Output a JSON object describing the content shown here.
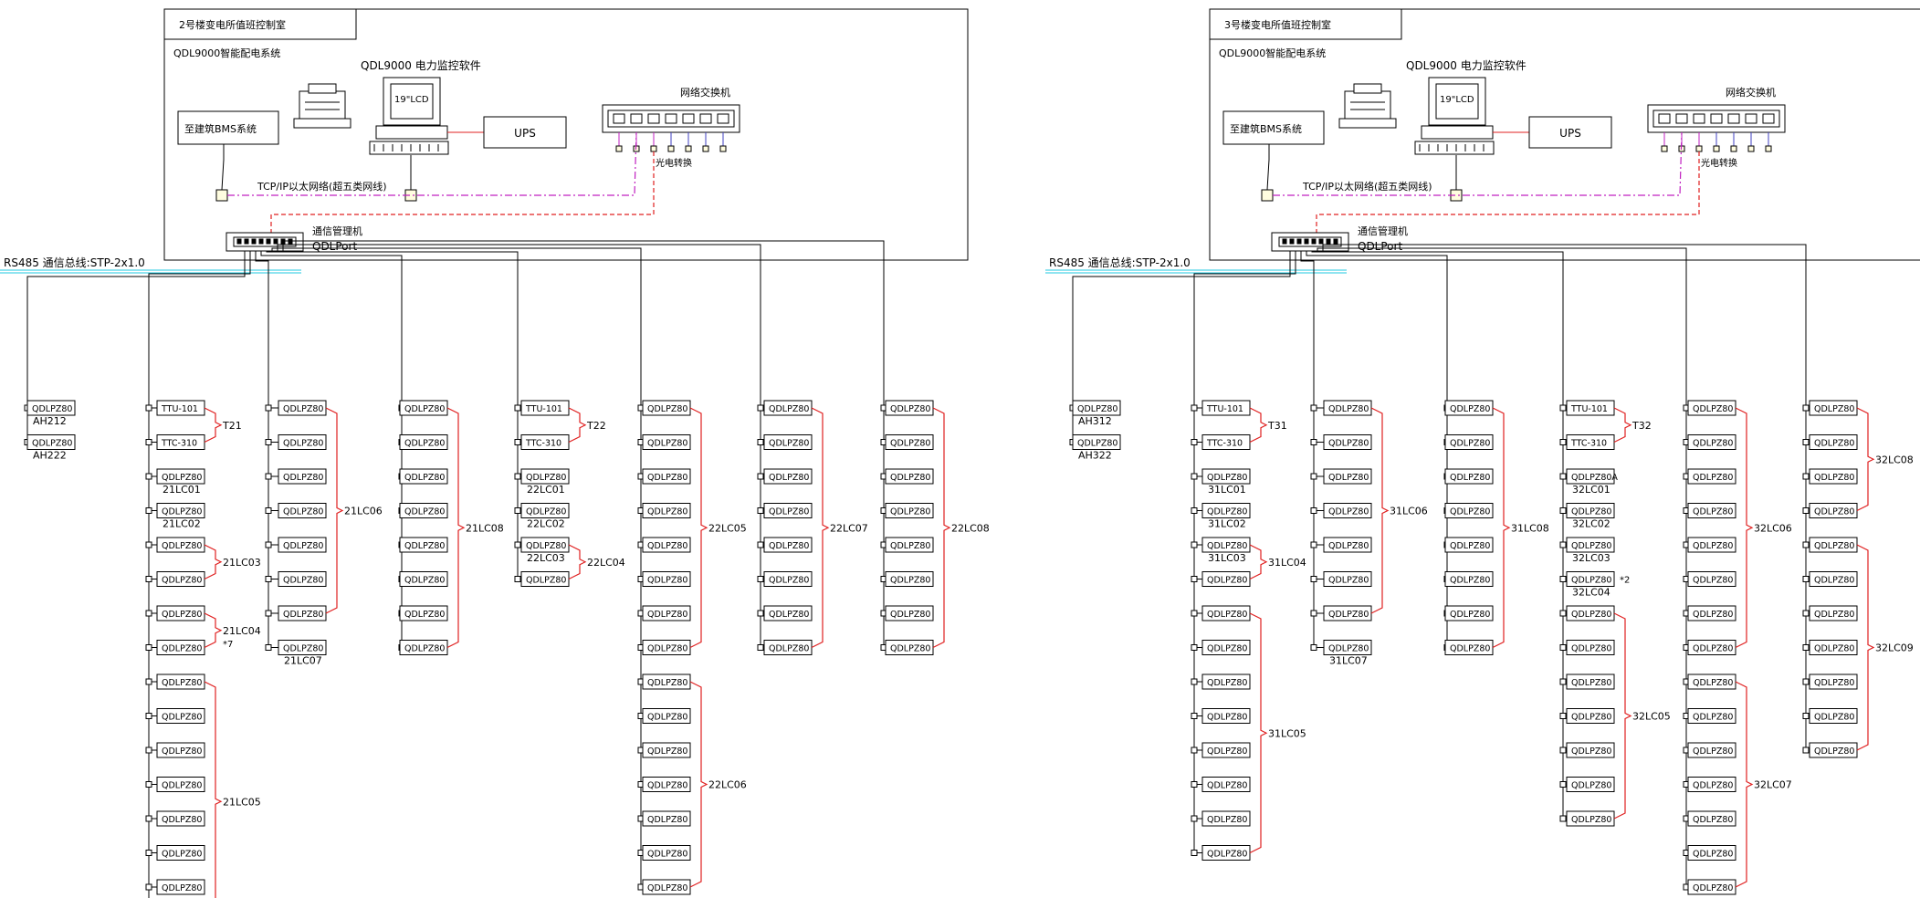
{
  "colors": {
    "line": "#000000",
    "bracket": "#e02020",
    "dashed": "#e02020",
    "ethernet": "#c020c0",
    "rs485": "#20c8e0",
    "background": "#ffffff"
  },
  "icons": [
    "printer-icon",
    "computer-monitor-icon",
    "network-switch-icon",
    "comm-manager-icon"
  ],
  "panels": [
    {
      "room_title": "2号楼变电所值班控制室",
      "system_title": "QDL9000智能配电系统",
      "software_title": "QDL9000 电力监控软件",
      "monitor_label": "19\"LCD",
      "bms_label": "至建筑BMS系统",
      "ups_label": "UPS",
      "switch_label": "网络交换机",
      "optical_label": "光电转换",
      "ethernet_label": "TCP/IP以太网络(超五类网线)",
      "comm_manager_cn": "通信管理机",
      "comm_manager_en": "QDLPort",
      "bus_label": "RS485 通信总线:STP-2x1.0",
      "columns": [
        {
          "rows": [
            {
              "d": "QDLPZ80",
              "s": "AH212"
            },
            {
              "d": "QDLPZ80",
              "s": "AH222"
            }
          ],
          "groups": []
        },
        {
          "rows": [
            {
              "d": "TTU-101"
            },
            {
              "d": "TTC-310"
            },
            {
              "d": "QDLPZ80",
              "s": "21LC01"
            },
            {
              "d": "QDLPZ80",
              "s": "21LC02"
            },
            {
              "d": "QDLPZ80"
            },
            {
              "d": "QDLPZ80"
            },
            {
              "d": "QDLPZ80"
            },
            {
              "d": "QDLPZ80"
            },
            {
              "d": "QDLPZ80"
            },
            {
              "d": "QDLPZ80"
            },
            {
              "d": "QDLPZ80"
            },
            {
              "d": "QDLPZ80"
            },
            {
              "d": "QDLPZ80"
            },
            {
              "d": "QDLPZ80"
            },
            {
              "d": "QDLPZ80"
            },
            {
              "d": "QDLPZ80"
            }
          ],
          "groups": [
            {
              "from": 0,
              "to": 1,
              "label": "T21"
            },
            {
              "from": 4,
              "to": 5,
              "label": "21LC03"
            },
            {
              "from": 6,
              "to": 7,
              "label": "21LC04",
              "note": "*7"
            },
            {
              "from": 8,
              "to": 15,
              "label": "21LC05"
            }
          ]
        },
        {
          "rows": [
            {
              "d": "QDLPZ80"
            },
            {
              "d": "QDLPZ80"
            },
            {
              "d": "QDLPZ80"
            },
            {
              "d": "QDLPZ80"
            },
            {
              "d": "QDLPZ80"
            },
            {
              "d": "QDLPZ80"
            },
            {
              "d": "QDLPZ80"
            },
            {
              "d": "QDLPZ80",
              "s": "21LC07"
            }
          ],
          "groups": [
            {
              "from": 0,
              "to": 6,
              "label": "21LC06"
            }
          ]
        },
        {
          "rows": [
            {
              "d": "QDLPZ80"
            },
            {
              "d": "QDLPZ80"
            },
            {
              "d": "QDLPZ80"
            },
            {
              "d": "QDLPZ80"
            },
            {
              "d": "QDLPZ80"
            },
            {
              "d": "QDLPZ80"
            },
            {
              "d": "QDLPZ80"
            },
            {
              "d": "QDLPZ80"
            }
          ],
          "groups": [
            {
              "from": 0,
              "to": 7,
              "label": "21LC08"
            }
          ]
        },
        {
          "rows": [
            {
              "d": "TTU-101"
            },
            {
              "d": "TTC-310"
            },
            {
              "d": "QDLPZ80",
              "s": "22LC01"
            },
            {
              "d": "QDLPZ80",
              "s": "22LC02"
            },
            {
              "d": "QDLPZ80",
              "s": "22LC03"
            },
            {
              "d": "QDLPZ80"
            }
          ],
          "groups": [
            {
              "from": 0,
              "to": 1,
              "label": "T22"
            },
            {
              "from": 4,
              "to": 5,
              "label": "22LC04"
            }
          ]
        },
        {
          "rows": [
            {
              "d": "QDLPZ80"
            },
            {
              "d": "QDLPZ80"
            },
            {
              "d": "QDLPZ80"
            },
            {
              "d": "QDLPZ80"
            },
            {
              "d": "QDLPZ80"
            },
            {
              "d": "QDLPZ80"
            },
            {
              "d": "QDLPZ80"
            },
            {
              "d": "QDLPZ80"
            },
            {
              "d": "QDLPZ80"
            },
            {
              "d": "QDLPZ80"
            },
            {
              "d": "QDLPZ80"
            },
            {
              "d": "QDLPZ80"
            },
            {
              "d": "QDLPZ80"
            },
            {
              "d": "QDLPZ80"
            },
            {
              "d": "QDLPZ80"
            }
          ],
          "groups": [
            {
              "from": 0,
              "to": 7,
              "label": "22LC05"
            },
            {
              "from": 8,
              "to": 14,
              "label": "22LC06"
            }
          ]
        },
        {
          "rows": [
            {
              "d": "QDLPZ80"
            },
            {
              "d": "QDLPZ80"
            },
            {
              "d": "QDLPZ80"
            },
            {
              "d": "QDLPZ80"
            },
            {
              "d": "QDLPZ80"
            },
            {
              "d": "QDLPZ80"
            },
            {
              "d": "QDLPZ80"
            },
            {
              "d": "QDLPZ80"
            }
          ],
          "groups": [
            {
              "from": 0,
              "to": 7,
              "label": "22LC07"
            }
          ]
        },
        {
          "rows": [
            {
              "d": "QDLPZ80"
            },
            {
              "d": "QDLPZ80"
            },
            {
              "d": "QDLPZ80"
            },
            {
              "d": "QDLPZ80"
            },
            {
              "d": "QDLPZ80"
            },
            {
              "d": "QDLPZ80"
            },
            {
              "d": "QDLPZ80"
            },
            {
              "d": "QDLPZ80"
            }
          ],
          "groups": [
            {
              "from": 0,
              "to": 7,
              "label": "22LC08"
            }
          ]
        }
      ]
    },
    {
      "room_title": "3号楼变电所值班控制室",
      "system_title": "QDL9000智能配电系统",
      "software_title": "QDL9000 电力监控软件",
      "monitor_label": "19\"LCD",
      "bms_label": "至建筑BMS系统",
      "ups_label": "UPS",
      "switch_label": "网络交换机",
      "optical_label": "光电转换",
      "ethernet_label": "TCP/IP以太网络(超五类网线)",
      "comm_manager_cn": "通信管理机",
      "comm_manager_en": "QDLPort",
      "bus_label": "RS485 通信总线:STP-2x1.0",
      "columns": [
        {
          "rows": [
            {
              "d": "QDLPZ80",
              "s": "AH312"
            },
            {
              "d": "QDLPZ80",
              "s": "AH322"
            }
          ],
          "groups": []
        },
        {
          "rows": [
            {
              "d": "TTU-101"
            },
            {
              "d": "TTC-310"
            },
            {
              "d": "QDLPZ80",
              "s": "31LC01"
            },
            {
              "d": "QDLPZ80",
              "s": "31LC02"
            },
            {
              "d": "QDLPZ80",
              "s": "31LC03"
            },
            {
              "d": "QDLPZ80"
            },
            {
              "d": "QDLPZ80"
            },
            {
              "d": "QDLPZ80"
            },
            {
              "d": "QDLPZ80"
            },
            {
              "d": "QDLPZ80"
            },
            {
              "d": "QDLPZ80"
            },
            {
              "d": "QDLPZ80"
            },
            {
              "d": "QDLPZ80"
            },
            {
              "d": "QDLPZ80"
            }
          ],
          "groups": [
            {
              "from": 0,
              "to": 1,
              "label": "T31"
            },
            {
              "from": 4,
              "to": 5,
              "label": "31LC04"
            },
            {
              "from": 6,
              "to": 13,
              "label": "31LC05"
            }
          ]
        },
        {
          "rows": [
            {
              "d": "QDLPZ80"
            },
            {
              "d": "QDLPZ80"
            },
            {
              "d": "QDLPZ80"
            },
            {
              "d": "QDLPZ80"
            },
            {
              "d": "QDLPZ80"
            },
            {
              "d": "QDLPZ80"
            },
            {
              "d": "QDLPZ80"
            },
            {
              "d": "QDLPZ80",
              "s": "31LC07"
            }
          ],
          "groups": [
            {
              "from": 0,
              "to": 6,
              "label": "31LC06"
            }
          ]
        },
        {
          "rows": [
            {
              "d": "QDLPZ80"
            },
            {
              "d": "QDLPZ80"
            },
            {
              "d": "QDLPZ80"
            },
            {
              "d": "QDLPZ80"
            },
            {
              "d": "QDLPZ80"
            },
            {
              "d": "QDLPZ80"
            },
            {
              "d": "QDLPZ80"
            },
            {
              "d": "QDLPZ80"
            }
          ],
          "groups": [
            {
              "from": 0,
              "to": 7,
              "label": "31LC08"
            }
          ]
        },
        {
          "rows": [
            {
              "d": "TTU-101"
            },
            {
              "d": "TTC-310"
            },
            {
              "d": "QDLPZ80A",
              "s": "32LC01"
            },
            {
              "d": "QDLPZ80",
              "s": "32LC02"
            },
            {
              "d": "QDLPZ80",
              "s": "32LC03"
            },
            {
              "d": "QDLPZ80",
              "s": "32LC04",
              "n": "*2"
            },
            {
              "d": "QDLPZ80"
            },
            {
              "d": "QDLPZ80"
            },
            {
              "d": "QDLPZ80"
            },
            {
              "d": "QDLPZ80"
            },
            {
              "d": "QDLPZ80"
            },
            {
              "d": "QDLPZ80"
            },
            {
              "d": "QDLPZ80"
            }
          ],
          "groups": [
            {
              "from": 0,
              "to": 1,
              "label": "T32"
            },
            {
              "from": 6,
              "to": 12,
              "label": "32LC05"
            }
          ]
        },
        {
          "rows": [
            {
              "d": "QDLPZ80"
            },
            {
              "d": "QDLPZ80"
            },
            {
              "d": "QDLPZ80"
            },
            {
              "d": "QDLPZ80"
            },
            {
              "d": "QDLPZ80"
            },
            {
              "d": "QDLPZ80"
            },
            {
              "d": "QDLPZ80"
            },
            {
              "d": "QDLPZ80"
            },
            {
              "d": "QDLPZ80"
            },
            {
              "d": "QDLPZ80"
            },
            {
              "d": "QDLPZ80"
            },
            {
              "d": "QDLPZ80"
            },
            {
              "d": "QDLPZ80"
            },
            {
              "d": "QDLPZ80"
            },
            {
              "d": "QDLPZ80"
            }
          ],
          "groups": [
            {
              "from": 0,
              "to": 7,
              "label": "32LC06"
            },
            {
              "from": 8,
              "to": 14,
              "label": "32LC07"
            }
          ]
        },
        {
          "rows": [
            {
              "d": "QDLPZ80"
            },
            {
              "d": "QDLPZ80"
            },
            {
              "d": "QDLPZ80"
            },
            {
              "d": "QDLPZ80"
            },
            {
              "d": "QDLPZ80"
            },
            {
              "d": "QDLPZ80"
            },
            {
              "d": "QDLPZ80"
            },
            {
              "d": "QDLPZ80"
            },
            {
              "d": "QDLPZ80"
            },
            {
              "d": "QDLPZ80"
            },
            {
              "d": "QDLPZ80"
            }
          ],
          "groups": [
            {
              "from": 0,
              "to": 3,
              "label": "32LC08"
            },
            {
              "from": 4,
              "to": 10,
              "label": "32LC09"
            }
          ]
        }
      ]
    }
  ]
}
